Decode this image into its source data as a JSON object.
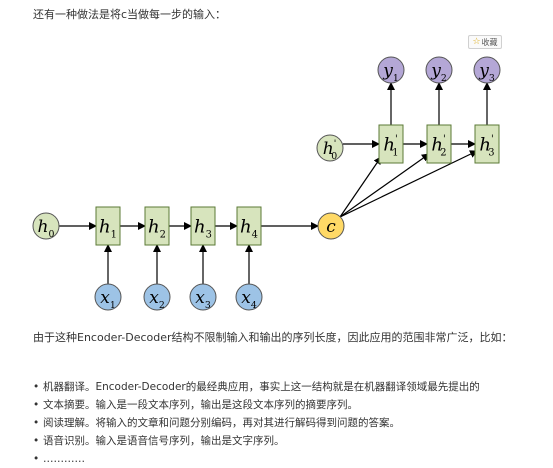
{
  "intro_text": "还有一种做法是将c当做每一步的输入：",
  "fav_button": {
    "icon": "star-icon",
    "label": "收藏"
  },
  "diagram": {
    "h0": {
      "base": "h",
      "sub": "0"
    },
    "c": {
      "base": "c"
    },
    "h0_prime": {
      "base": "h",
      "sub": "0",
      "prime": "'"
    },
    "encoder_hidden": [
      {
        "base": "h",
        "sub": "1"
      },
      {
        "base": "h",
        "sub": "2"
      },
      {
        "base": "h",
        "sub": "3"
      },
      {
        "base": "h",
        "sub": "4"
      }
    ],
    "inputs": [
      {
        "base": "x",
        "sub": "1"
      },
      {
        "base": "x",
        "sub": "2"
      },
      {
        "base": "x",
        "sub": "3"
      },
      {
        "base": "x",
        "sub": "4"
      }
    ],
    "decoder_hidden": [
      {
        "base": "h",
        "sub": "1",
        "prime": "'"
      },
      {
        "base": "h",
        "sub": "2",
        "prime": "'"
      },
      {
        "base": "h",
        "sub": "3",
        "prime": "'"
      }
    ],
    "outputs": [
      {
        "base": "y",
        "sub": "1"
      },
      {
        "base": "y",
        "sub": "2"
      },
      {
        "base": "y",
        "sub": "3"
      }
    ],
    "colors": {
      "hidden_fill": "#d7e4bd",
      "hidden_stroke": "#5b7a36",
      "input_fill": "#9dc3e6",
      "output_fill": "#b4a7d6",
      "c_fill": "#ffd966",
      "arrow": "#000000"
    }
  },
  "paragraph": "由于这种Encoder-Decoder结构不限制输入和输出的序列长度，因此应用的范围非常广泛，比如：",
  "bullets": [
    "机器翻译。Encoder-Decoder的最经典应用，事实上这一结构就是在机器翻译领域最先提出的",
    "文本摘要。输入是一段文本序列，输出是这段文本序列的摘要序列。",
    "阅读理解。将输入的文章和问题分别编码，再对其进行解码得到问题的答案。",
    "语音识别。输入是语音信号序列，输出是文字序列。",
    "…………"
  ],
  "bullet_marker": "•"
}
